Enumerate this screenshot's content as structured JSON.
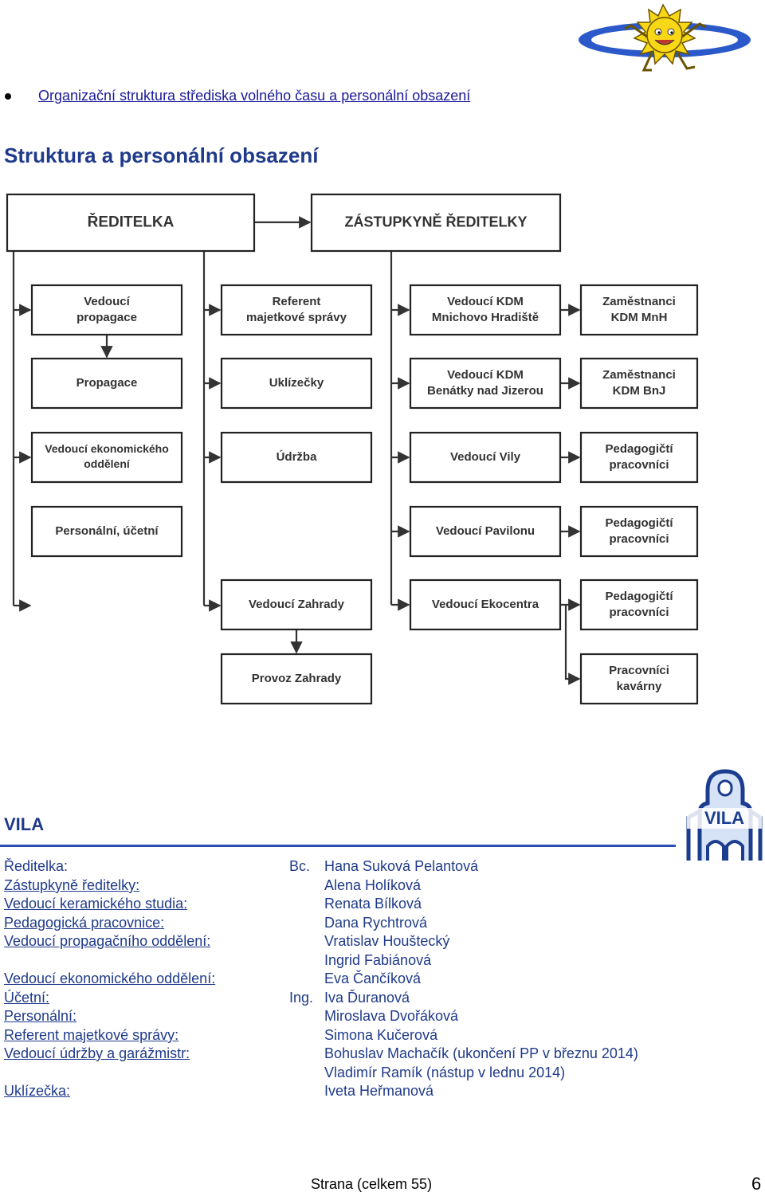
{
  "header": {
    "toc_link": "Organizační struktura střediska volného času a personální obsazení"
  },
  "section_heading": "Struktura a personální obsazení",
  "org_chart": {
    "nodes": [
      {
        "id": "reditelka",
        "lines": [
          "ŘEDITELKA"
        ]
      },
      {
        "id": "zastupkyne",
        "lines": [
          "ZÁSTUPKYNĚ ŘEDITELKY"
        ]
      },
      {
        "id": "ved-propagace",
        "lines": [
          "Vedoucí",
          "propagace"
        ]
      },
      {
        "id": "referent",
        "lines": [
          "Referent",
          "majetkové správy"
        ]
      },
      {
        "id": "ved-kdm-mnh",
        "lines": [
          "Vedoucí KDM",
          "Mnichovo Hradiště"
        ]
      },
      {
        "id": "zam-kdm-mnh",
        "lines": [
          "Zaměstnanci",
          "KDM MnH"
        ]
      },
      {
        "id": "propagace",
        "lines": [
          "Propagace"
        ]
      },
      {
        "id": "uklizecky",
        "lines": [
          "Uklízečky"
        ]
      },
      {
        "id": "ved-kdm-bnj",
        "lines": [
          "Vedoucí KDM",
          "Benátky nad Jizerou"
        ]
      },
      {
        "id": "zam-kdm-bnj",
        "lines": [
          "Zaměstnanci",
          "KDM BnJ"
        ]
      },
      {
        "id": "ved-ekonom",
        "lines": [
          "Vedoucí ekonomického",
          "oddělení"
        ]
      },
      {
        "id": "udrzba",
        "lines": [
          "Údržba"
        ]
      },
      {
        "id": "ved-vily",
        "lines": [
          "Vedoucí Vily"
        ]
      },
      {
        "id": "ped-vila",
        "lines": [
          "Pedagogičtí",
          "pracovníci"
        ]
      },
      {
        "id": "personalni",
        "lines": [
          "Personální, účetní"
        ]
      },
      {
        "id": "ved-pavilonu",
        "lines": [
          "Vedoucí Pavilonu"
        ]
      },
      {
        "id": "ped-pavilon",
        "lines": [
          "Pedagogičtí",
          "pracovníci"
        ]
      },
      {
        "id": "ved-zahrady",
        "lines": [
          "Vedoucí Zahrady"
        ]
      },
      {
        "id": "ved-ekocentra",
        "lines": [
          "Vedoucí Ekocentra"
        ]
      },
      {
        "id": "ped-ekocentrum",
        "lines": [
          "Pedagogičtí",
          "pracovníci"
        ]
      },
      {
        "id": "provoz-zahrady",
        "lines": [
          "Provoz Zahrady"
        ]
      },
      {
        "id": "kavarna",
        "lines": [
          "Pracovníci",
          "kavárny"
        ]
      }
    ]
  },
  "vila": {
    "title": "VILA",
    "logo_text": "VILA",
    "staff": [
      {
        "role": "Ředitelka:",
        "prefix": "Bc.",
        "name": "Hana Suková Pelantová"
      },
      {
        "role": "Zástupkyně ředitelky:",
        "prefix": "",
        "name": "Alena Holíková"
      },
      {
        "role": "Vedoucí keramického studia:",
        "prefix": "",
        "name": "Renata Bílková"
      },
      {
        "role": "Pedagogická pracovnice:",
        "prefix": "",
        "name": "Dana Rychtrová"
      },
      {
        "role": "Vedoucí propagačního oddělení:",
        "prefix": "",
        "name": "Vratislav Houštecký"
      },
      {
        "role": "",
        "prefix": "",
        "name": "Ingrid Fabiánová"
      },
      {
        "role": "Vedoucí ekonomického oddělení:",
        "prefix": "",
        "name": "Eva Čančíková"
      },
      {
        "role": "Účetní:",
        "prefix": "Ing.",
        "name": "Iva Ďuranová"
      },
      {
        "role": "Personální:",
        "prefix": "",
        "name": "Miroslava Dvořáková"
      },
      {
        "role": "Referent majetkové správy:",
        "prefix": "",
        "name": "Simona Kučerová"
      },
      {
        "role": "Vedoucí údržby a garážmistr:",
        "prefix": "",
        "name": "Bohuslav Machačík (ukončení PP v březnu 2014)"
      },
      {
        "role": "",
        "prefix": "",
        "name": "Vladimír Ramík (nástup v lednu 2014)"
      },
      {
        "role": "Uklízečka:",
        "prefix": "",
        "name": "Iveta Heřmanová"
      }
    ]
  },
  "footer": {
    "page_label": "Strana (celkem 55)",
    "page_number": "6"
  },
  "colors": {
    "heading": "#1f3a8a",
    "link": "#1a1a9a",
    "rule": "#2b4fb5",
    "sun": "#f7d716"
  }
}
